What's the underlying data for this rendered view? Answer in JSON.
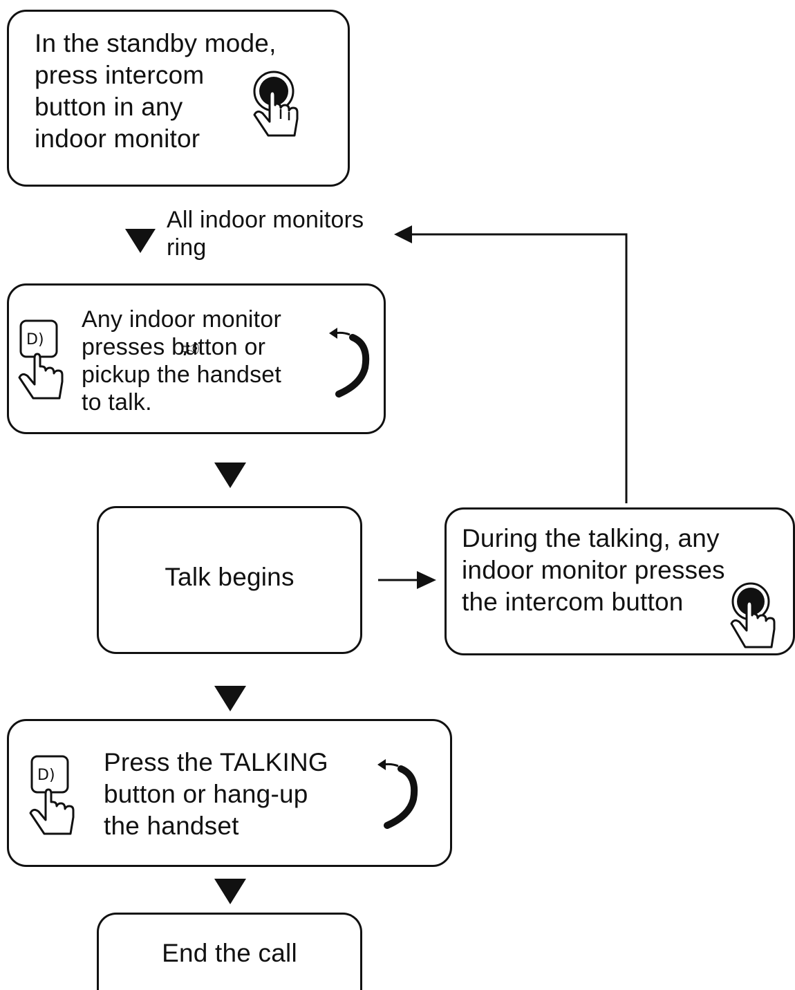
{
  "steps": {
    "standby": [
      "In the standby mode,",
      "press intercom",
      "button   in  any",
      "indoor monitor"
    ],
    "ring_label": [
      "All indoor monitors",
      "ring"
    ],
    "answer": [
      "Any  indoor  monitor",
      "presses      button or",
      "pickup  the  handset",
      "to talk."
    ],
    "talk": "Talk  begins",
    "during": [
      "During the talking,  any",
      "indoor monitor presses",
      "the intercom button"
    ],
    "hangup": [
      "Press the TALKING",
      "button   or  hang-up",
      "the handset"
    ],
    "end": "End the call"
  },
  "icons": [
    "intercom-button-press-icon",
    "talk-button-press-icon",
    "handset-icon"
  ],
  "colors": {
    "ink": "#111111",
    "background": "#ffffff"
  }
}
